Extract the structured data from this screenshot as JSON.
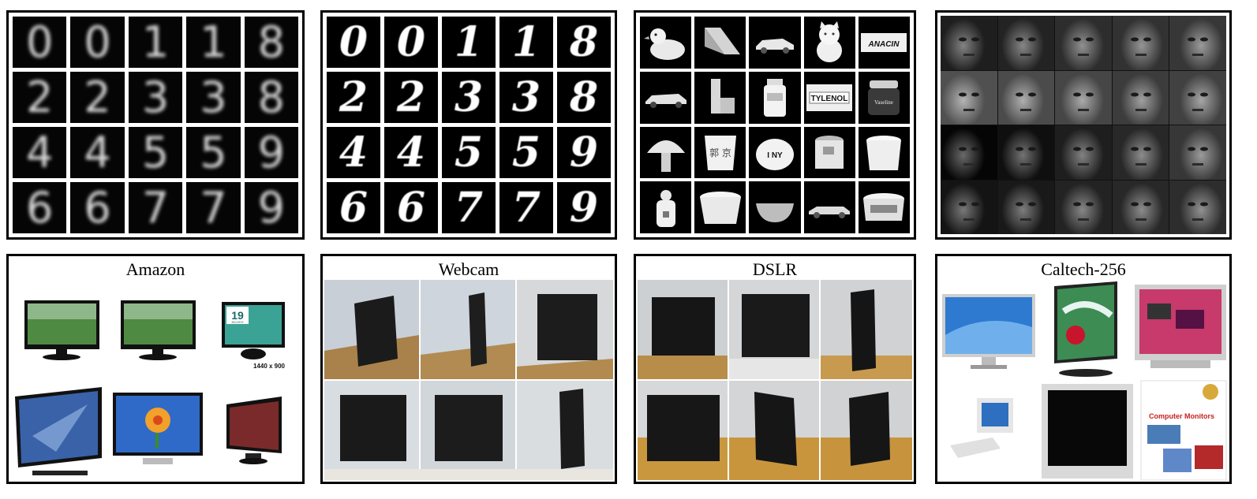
{
  "top_row": {
    "usps_digits": [
      [
        "0",
        "0",
        "1",
        "1",
        "8"
      ],
      [
        "2",
        "2",
        "3",
        "3",
        "8"
      ],
      [
        "4",
        "4",
        "5",
        "5",
        "9"
      ],
      [
        "6",
        "6",
        "7",
        "7",
        "9"
      ]
    ],
    "mnist_digits": [
      [
        "0",
        "0",
        "1",
        "1",
        "8"
      ],
      [
        "2",
        "2",
        "3",
        "3",
        "8"
      ],
      [
        "4",
        "4",
        "5",
        "5",
        "9"
      ],
      [
        "6",
        "6",
        "7",
        "7",
        "9"
      ]
    ],
    "coil_product_labels": [
      "ANACIN",
      "TYLENOL",
      "Vaseline",
      "I NY"
    ]
  },
  "bottom_row": {
    "panels": [
      {
        "title": "Amazon",
        "badge": "19",
        "badge_sub": "INCHES",
        "resolution": "1440 x 900"
      },
      {
        "title": "Webcam"
      },
      {
        "title": "DSLR"
      },
      {
        "title": "Caltech-256",
        "poster_text": "Computer Monitors"
      }
    ]
  },
  "colors": {
    "panel_border": "#000000",
    "background": "#ffffff",
    "wood": "#b98a44"
  }
}
